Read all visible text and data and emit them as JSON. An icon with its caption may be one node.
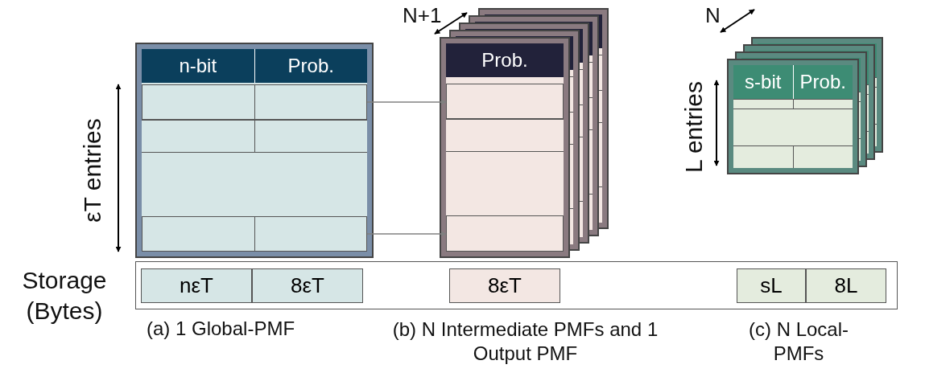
{
  "diagram": {
    "nodes": [
      {
        "text": [
          "n-bit",
          "Prob."
        ]
      },
      {
        "text": [],
        "shape": "box",
        "in": 0
      },
      {
        "text": [],
        "shape": "box",
        "in": 0
      },
      {
        "text": [
          "Prob."
        ]
      },
      {
        "text": [],
        "shape": "box",
        "in": 3
      },
      {
        "text": [],
        "shape": "box",
        "in": 3
      },
      {
        "text": [
          "s-bit",
          "Prob."
        ]
      },
      {
        "text": [
          "nεT"
        ]
      },
      {
        "text": [
          "8εT"
        ]
      },
      {
        "text": [
          "8εT"
        ]
      },
      {
        "text": [
          "sL"
        ]
      },
      {
        "text": [
          "8L"
        ]
      }
    ],
    "edges": [
      {
        "from": 1,
        "to": 4,
        "arrow": "to",
        "color": "#808080"
      },
      {
        "from": 2,
        "to": 5,
        "arrow": "to",
        "color": "#808080"
      }
    ],
    "labels": [
      "N+1",
      "εT entries",
      "N",
      "L entries",
      "Storage (Bytes)",
      "(a) 1 Global-PMF",
      "(b) N Intermediate PMFs and 1 Output PMF",
      "(c) N Local-PMFs"
    ]
  }
}
